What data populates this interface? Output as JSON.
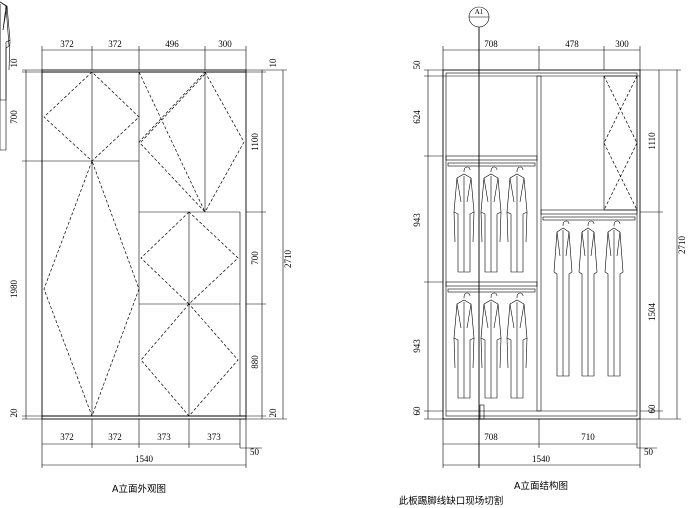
{
  "left_view": {
    "caption": "A立面外观图",
    "top_dims": [
      "372",
      "372",
      "496",
      "300"
    ],
    "bottom_dims": [
      "372",
      "372",
      "373",
      "373"
    ],
    "total_width": "1540",
    "left_dims": [
      "10",
      "700",
      "1980",
      "20"
    ],
    "right_dims_inner": [
      "10",
      "1100",
      "700",
      "880",
      "20"
    ],
    "total_height": "2710",
    "offset": "50"
  },
  "right_view": {
    "caption": "A立面结构图",
    "marker": "A1",
    "note": "此板踢脚线缺口现场切割",
    "top_dims": [
      "708",
      "478",
      "300"
    ],
    "bottom_dims": [
      "708",
      "710"
    ],
    "total_width": "1540",
    "left_dims": [
      "50",
      "624",
      "943",
      "943",
      "60"
    ],
    "right_dims_inner": [
      "1110",
      "1504",
      "60"
    ],
    "total_height": "2710",
    "offset": "50"
  }
}
